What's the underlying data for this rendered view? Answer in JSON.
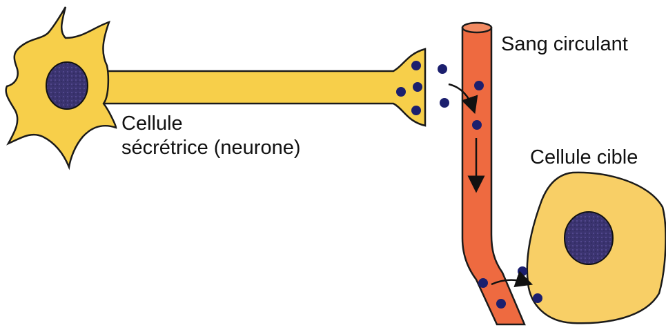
{
  "labels": {
    "secretory_cell_line1": "Cellule",
    "secretory_cell_line2": "sécrétrice (neurone)",
    "blood": "Sang circulant",
    "target_cell": "Cellule cible"
  },
  "colors": {
    "cell_fill": "#f7cf4a",
    "cell_outline": "#1a1a1a",
    "nucleus": "#3b3470",
    "blood_vessel": "#ee6a40",
    "hormone_dot": "#1b1f6e",
    "target_cell_fill": "#f8cf66",
    "arrow": "#111111"
  }
}
